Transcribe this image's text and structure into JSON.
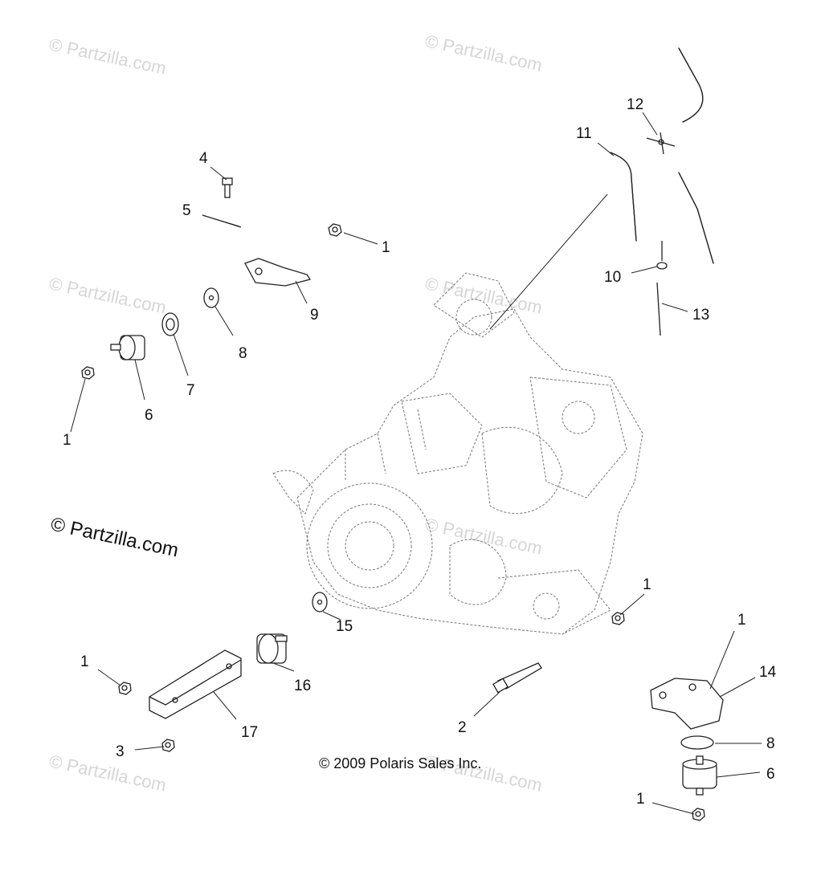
{
  "watermarks": {
    "faint": "© Partzilla.com",
    "prominent": "© Partzilla.com"
  },
  "copyright": "© 2009 Polaris Sales Inc.",
  "callouts": {
    "c1a": "1",
    "c1b": "1",
    "c1c": "1",
    "c1d": "1",
    "c1e": "1",
    "c1f": "1",
    "c2": "2",
    "c3": "3",
    "c4": "4",
    "c5": "5",
    "c6a": "6",
    "c6b": "6",
    "c7": "7",
    "c8a": "8",
    "c8b": "8",
    "c9": "9",
    "c10": "10",
    "c11": "11",
    "c12": "12",
    "c13": "13",
    "c14": "14",
    "c15": "15",
    "c16": "16",
    "c17": "17"
  }
}
